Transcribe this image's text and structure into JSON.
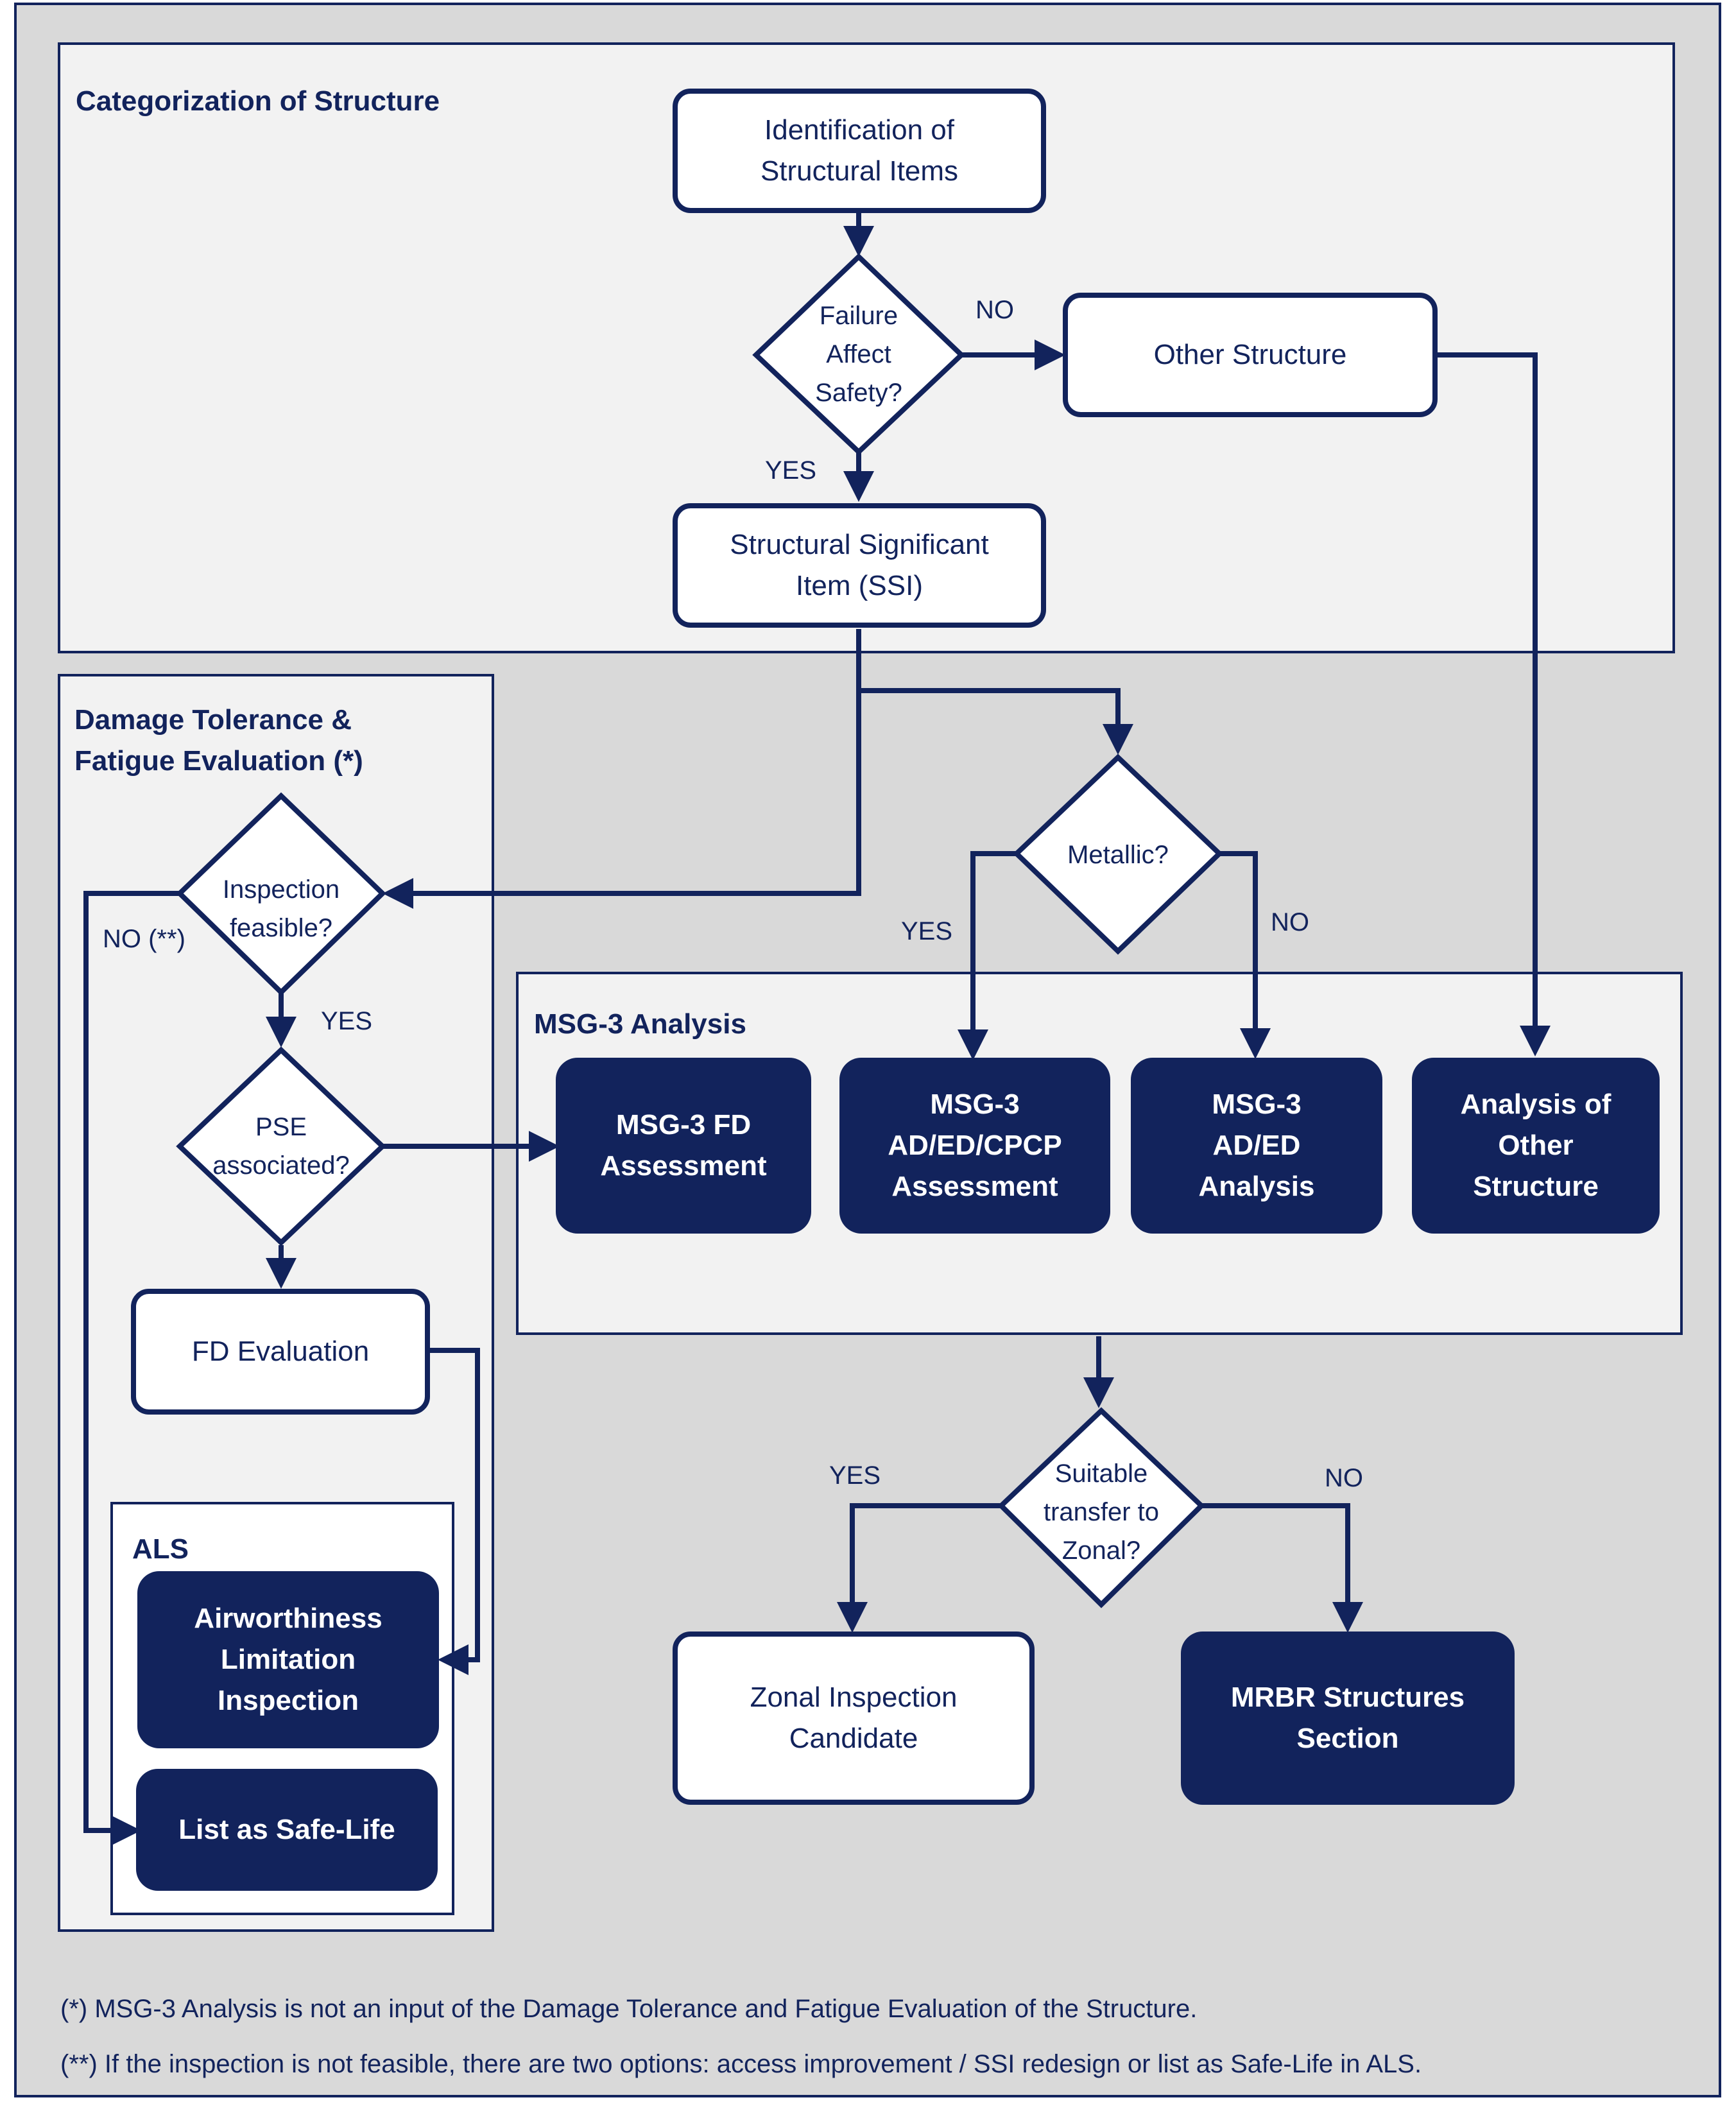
{
  "regions": {
    "categorization": "Categorization of Structure",
    "dtfe": [
      "Damage Tolerance &",
      "Fatigue Evaluation (*)"
    ],
    "msg3": "MSG-3 Analysis",
    "als": "ALS"
  },
  "nodes": {
    "identification": [
      "Identification of",
      "Structural Items"
    ],
    "failure_decision": [
      "Failure",
      "Affect",
      "Safety?"
    ],
    "other_structure": "Other Structure",
    "ssi": [
      "Structural Significant",
      "Item (SSI)"
    ],
    "metallic_decision": "Metallic?",
    "inspection_decision": [
      "Inspection",
      "feasible?"
    ],
    "pse_decision": [
      "PSE",
      "associated?"
    ],
    "fd_evaluation": "FD Evaluation",
    "msg3_fd": [
      "MSG-3 FD",
      "Assessment"
    ],
    "msg3_ad_ed_cpcp": [
      "MSG-3",
      "AD/ED/CPCP",
      "Assessment"
    ],
    "msg3_ad_ed": [
      "MSG-3",
      "AD/ED",
      "Analysis"
    ],
    "analysis_other": [
      "Analysis of",
      "Other",
      "Structure"
    ],
    "airworthiness": [
      "Airworthiness",
      "Limitation",
      "Inspection"
    ],
    "safe_life": "List as Safe-Life",
    "zonal_decision": [
      "Suitable",
      "transfer to",
      "Zonal?"
    ],
    "zonal_candidate": [
      "Zonal Inspection",
      "Candidate"
    ],
    "mrbr": [
      "MRBR Structures",
      "Section"
    ]
  },
  "edge_labels": {
    "failure_no": "NO",
    "failure_yes": "YES",
    "metallic_yes": "YES",
    "metallic_no": "NO",
    "inspection_no": "NO (**)",
    "inspection_yes": "YES",
    "zonal_yes": "YES",
    "zonal_no": "NO"
  },
  "footnotes": [
    "(*) MSG-3 Analysis is not an input of the Damage Tolerance and Fatigue Evaluation of the Structure.",
    "(**) If the inspection is not feasible, there are two options: access improvement / SSI redesign or list as Safe-Life in ALS."
  ],
  "colors": {
    "navy": "#12235c",
    "outer_background": "#d9d9d9",
    "panel_background": "#f2f2f2",
    "white": "#ffffff"
  }
}
